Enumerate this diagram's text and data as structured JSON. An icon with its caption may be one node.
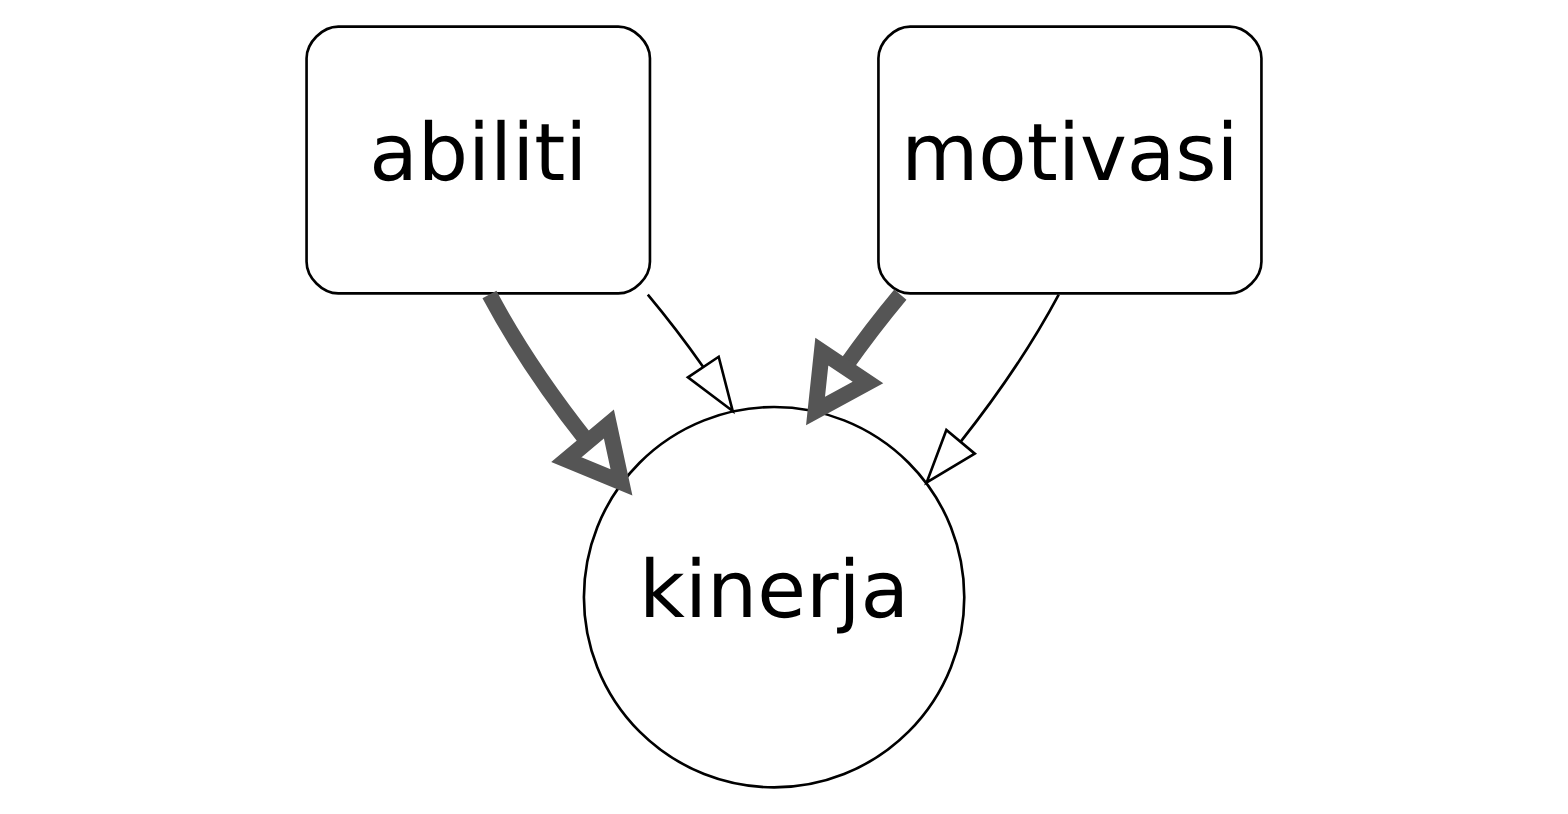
{
  "diagram": {
    "nodes": [
      {
        "text": [
          "abiliti"
        ]
      },
      {
        "text": [
          "motivasi"
        ]
      },
      {
        "text": [
          "kinerja"
        ]
      }
    ],
    "edges": [
      {
        "from": 0,
        "to": 2,
        "arrow": "to",
        "style": "thick"
      },
      {
        "from": 1,
        "to": 2,
        "arrow": "to",
        "style": "thick"
      },
      {
        "from": 0,
        "to": 2,
        "arrow": "to"
      },
      {
        "from": 1,
        "to": 2,
        "arrow": "to"
      }
    ]
  }
}
